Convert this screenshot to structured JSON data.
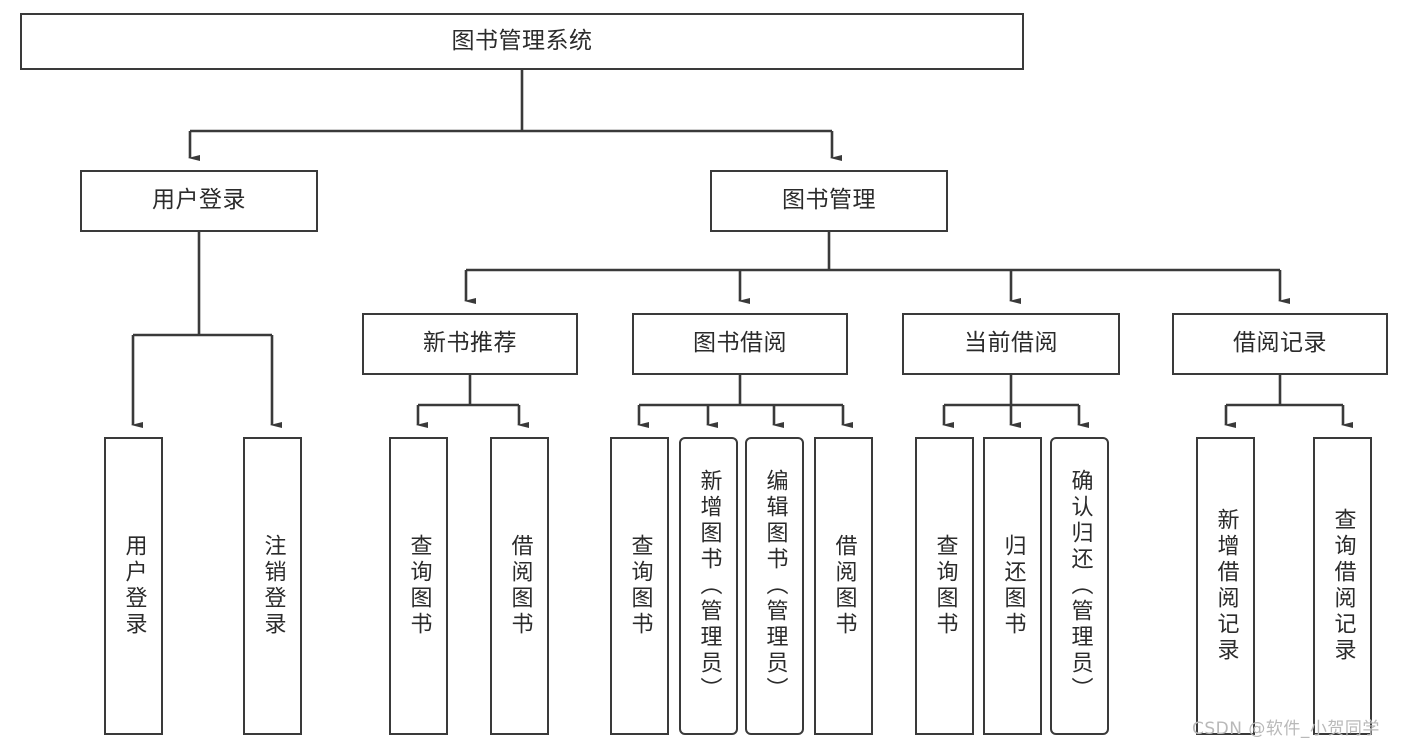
{
  "diagram": {
    "title": "图书管理系统",
    "type": "hierarchy-tree",
    "watermark": "CSDN @软件_小贺同学",
    "colors": {
      "background": "#ffffff",
      "box_border": "#3a3a3a",
      "box_fill": "#ffffff",
      "text": "#2b2b2b",
      "edge": "#3a3a3a",
      "watermark": "#b9b9b9"
    },
    "levels": {
      "root": {
        "label": "图书管理系统"
      },
      "level2": [
        {
          "label": "用户登录"
        },
        {
          "label": "图书管理"
        }
      ],
      "level3": [
        {
          "label": "新书推荐"
        },
        {
          "label": "图书借阅"
        },
        {
          "label": "当前借阅"
        },
        {
          "label": "借阅记录"
        }
      ],
      "leaves": {
        "user_login": [
          {
            "label": "用户登录",
            "rounded": false
          },
          {
            "label": "注销登录",
            "rounded": false
          }
        ],
        "new_book": [
          {
            "label": "查询图书",
            "rounded": false
          },
          {
            "label": "借阅图书",
            "rounded": false
          }
        ],
        "borrow_book": [
          {
            "label": "查询图书",
            "rounded": false
          },
          {
            "label": "新增图书（管理员）",
            "rounded": true
          },
          {
            "label": "编辑图书（管理员）",
            "rounded": true
          },
          {
            "label": "借阅图书",
            "rounded": false
          }
        ],
        "current_borrow": [
          {
            "label": "查询图书",
            "rounded": false
          },
          {
            "label": "归还图书",
            "rounded": false
          },
          {
            "label": "确认归还（管理员）",
            "rounded": true
          }
        ],
        "borrow_record": [
          {
            "label": "新增借阅记录",
            "rounded": false
          },
          {
            "label": "查询借阅记录",
            "rounded": false
          }
        ]
      }
    }
  }
}
